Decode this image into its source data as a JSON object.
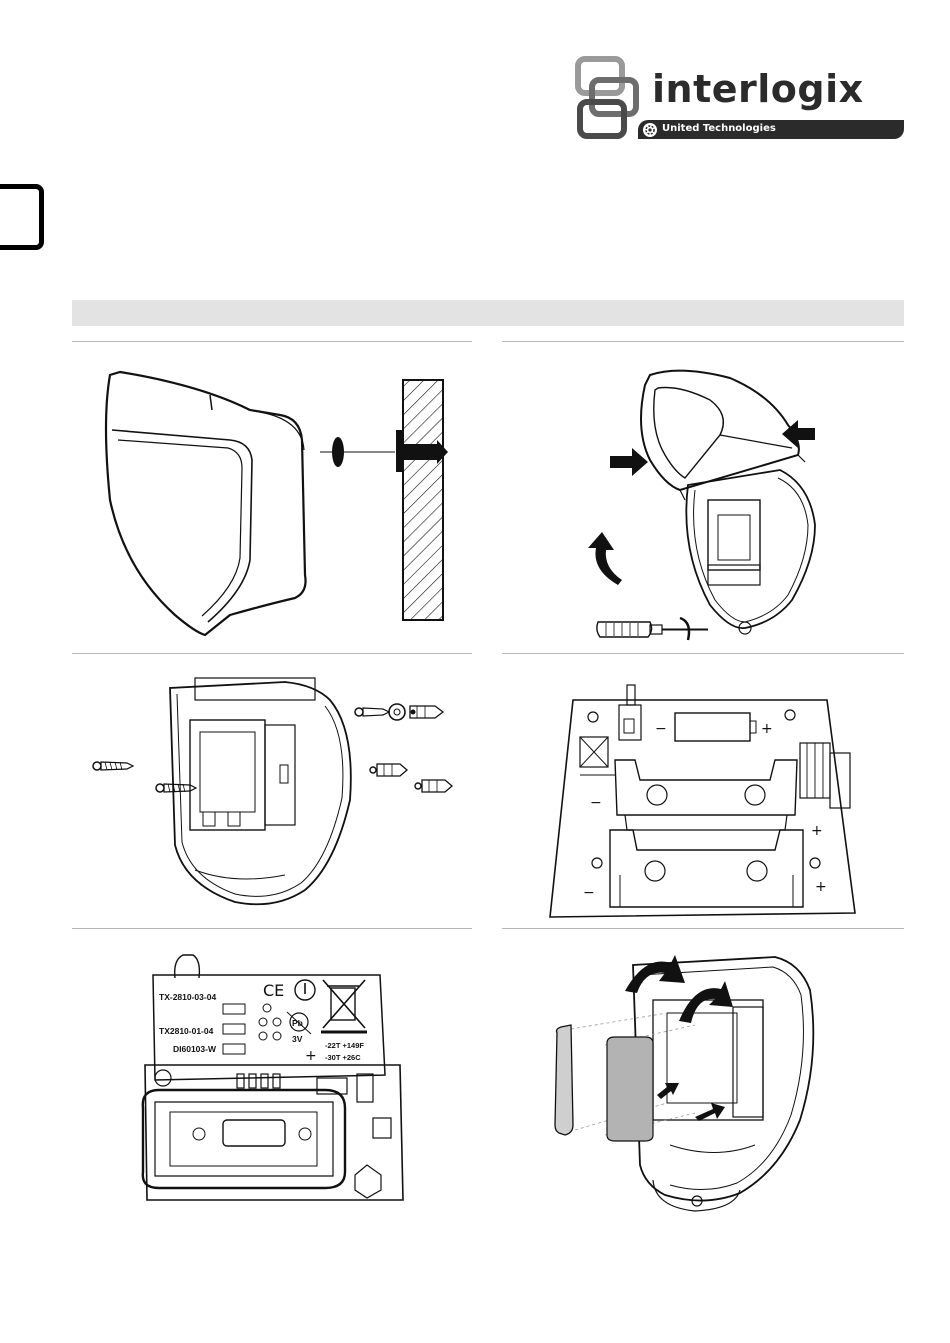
{
  "brand": {
    "name": "interlogix",
    "tagline": "United Technologies"
  },
  "panel_e": {
    "labels": {
      "tx1": "TX-2810-03-04",
      "tx2": "TX2810-01-04",
      "di": "DI60103-W",
      "ce": "CE",
      "voltage": "3V",
      "temp_hi": "-22T +149F",
      "temp_lo": "-30T +26C",
      "pb": "Pb"
    }
  },
  "icons": {
    "logo": "interlocking-squares-logo",
    "tagline": "united-technologies-icon",
    "language": "language-tab-icon"
  }
}
